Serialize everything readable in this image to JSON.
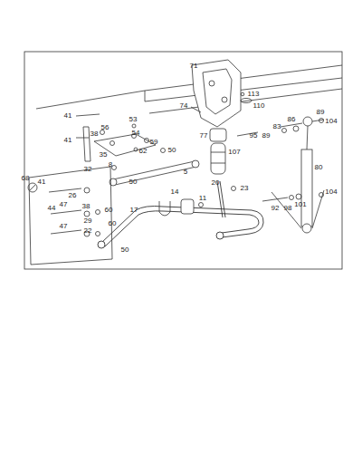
{
  "diagram": {
    "labels": [
      "71",
      "74",
      "113",
      "110",
      "41",
      "56",
      "53",
      "54",
      "38",
      "59",
      "62",
      "35",
      "50",
      "8",
      "32",
      "41",
      "5",
      "50",
      "77",
      "107",
      "95",
      "89",
      "83",
      "86",
      "104",
      "89",
      "80",
      "68",
      "41",
      "26",
      "47",
      "44",
      "38",
      "60",
      "29",
      "60",
      "22",
      "47",
      "14",
      "17",
      "11",
      "20",
      "23",
      "92",
      "98",
      "101",
      "104",
      "50"
    ]
  }
}
